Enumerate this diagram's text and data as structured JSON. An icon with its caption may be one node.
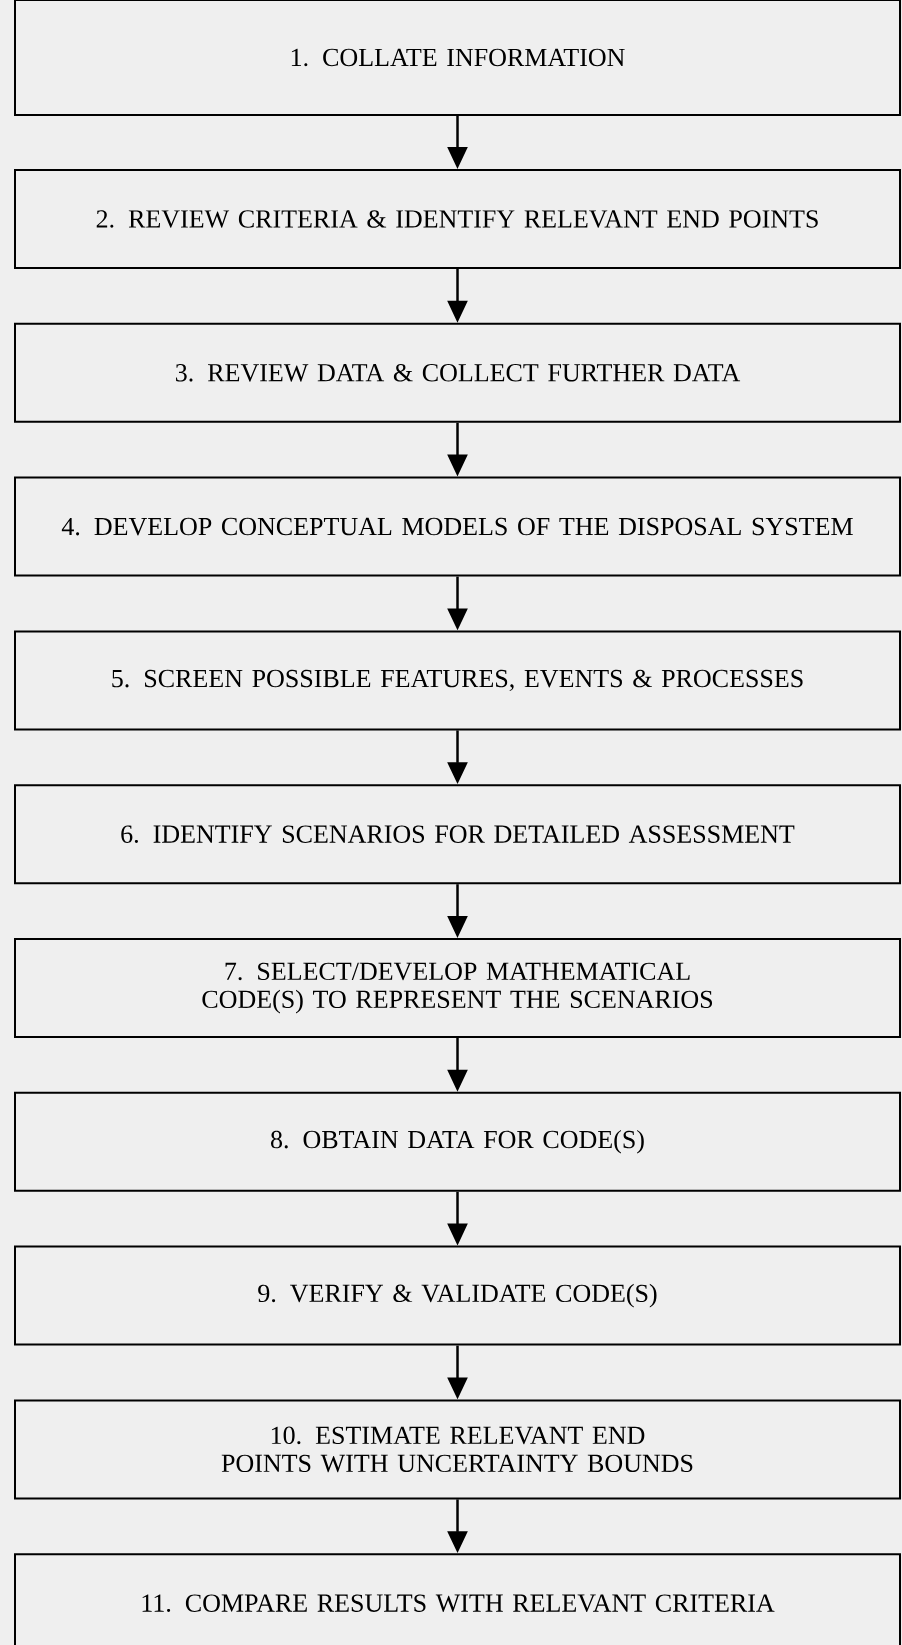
{
  "diagram": {
    "nodes": [
      {
        "text": [
          "1. COLLATE INFORMATION"
        ]
      },
      {
        "text": [
          "2. REVIEW CRITERIA & IDENTIFY RELEVANT END POINTS"
        ]
      },
      {
        "text": [
          "3. REVIEW DATA & COLLECT FURTHER DATA"
        ]
      },
      {
        "text": [
          "4. DEVELOP CONCEPTUAL MODELS OF THE DISPOSAL SYSTEM"
        ]
      },
      {
        "text": [
          "5. SCREEN POSSIBLE FEATURES, EVENTS & PROCESSES"
        ]
      },
      {
        "text": [
          "6. IDENTIFY SCENARIOS FOR DETAILED ASSESSMENT"
        ]
      },
      {
        "text": [
          "7. SELECT/DEVELOP MATHEMATICAL CODE(S) TO REPRESENT THE SCENARIOS"
        ]
      },
      {
        "text": [
          "8. OBTAIN DATA FOR CODE(S)"
        ]
      },
      {
        "text": [
          "9. VERIFY & VALIDATE CODE(S)"
        ]
      },
      {
        "text": [
          "10. ESTIMATE RELEVANT END POINTS WITH UNCERTAINTY BOUNDS"
        ]
      },
      {
        "text": [
          "11. COMPARE RESULTS WITH RELEVANT CRITERIA"
        ]
      }
    ],
    "edges": [
      {
        "from": 0,
        "to": 1,
        "arrow": "to"
      },
      {
        "from": 1,
        "to": 2,
        "arrow": "to"
      },
      {
        "from": 2,
        "to": 3,
        "arrow": "to"
      },
      {
        "from": 3,
        "to": 4,
        "arrow": "to"
      },
      {
        "from": 4,
        "to": 5,
        "arrow": "to"
      },
      {
        "from": 5,
        "to": 6,
        "arrow": "to"
      },
      {
        "from": 6,
        "to": 7,
        "arrow": "to"
      },
      {
        "from": 7,
        "to": 8,
        "arrow": "to"
      },
      {
        "from": 8,
        "to": 9,
        "arrow": "to"
      },
      {
        "from": 9,
        "to": 10,
        "arrow": "to"
      }
    ]
  }
}
